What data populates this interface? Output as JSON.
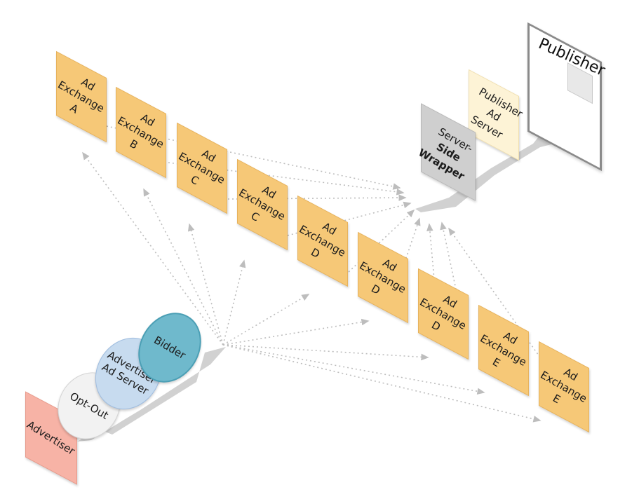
{
  "diagram": {
    "publisher_label": "Publisher",
    "publisher_ad_server": {
      "line1": "Publisher",
      "line2": "Ad Server"
    },
    "server_side_wrapper": {
      "line1": "Server-",
      "line2": "Side",
      "line3": "Wrapper"
    },
    "advertiser": "Advertiser",
    "opt_out": "Opt-Out",
    "advertiser_ad_server": {
      "line1": "Advertiser",
      "line2": "Ad Server"
    },
    "bidder": "Bidder",
    "exchanges": [
      {
        "line1": "Ad",
        "line2": "Exchange",
        "line3": "A"
      },
      {
        "line1": "Ad",
        "line2": "Exchange",
        "line3": "B"
      },
      {
        "line1": "Ad",
        "line2": "Exchange",
        "line3": "C"
      },
      {
        "line1": "Ad",
        "line2": "Exchange",
        "line3": "C"
      },
      {
        "line1": "Ad",
        "line2": "Exchange",
        "line3": "D"
      },
      {
        "line1": "Ad",
        "line2": "Exchange",
        "line3": "D"
      },
      {
        "line1": "Ad",
        "line2": "Exchange",
        "line3": "D"
      },
      {
        "line1": "Ad",
        "line2": "Exchange",
        "line3": "E"
      },
      {
        "line1": "Ad",
        "line2": "Exchange",
        "line3": "E"
      }
    ],
    "colors": {
      "exchange": "#f6c877",
      "publisher_ad_server": "#fdf3d6",
      "server_side_wrapper": "#cfcfcf",
      "advertiser": "#f7b3a6",
      "opt_out": "#f2f2f2",
      "advertiser_ad_server": "#c7dbef",
      "bidder": "#6fb9cc",
      "arrows": "#bdbdbd"
    }
  }
}
